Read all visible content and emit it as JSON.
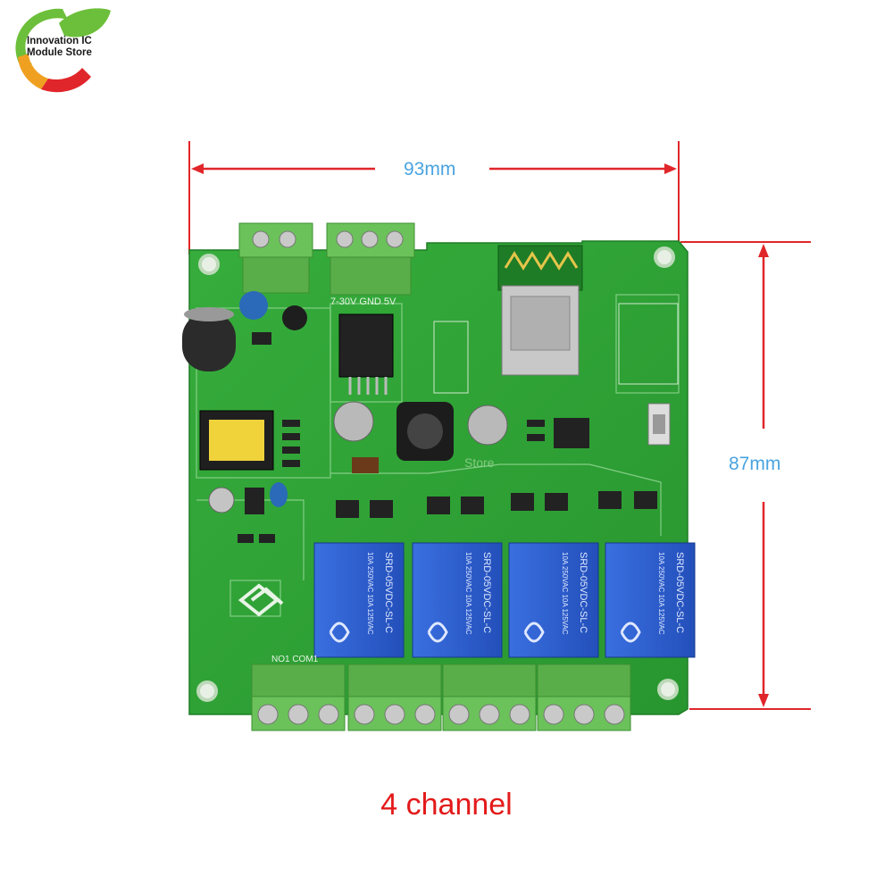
{
  "brand": {
    "line1": "Innovation IC",
    "line2": "Module Store",
    "colors": {
      "green": "#6cbf3a",
      "orange": "#f0a020",
      "red": "#e0262a"
    }
  },
  "dimensions": {
    "width_label": "93mm",
    "height_label": "87mm",
    "line_color": "#e0262a",
    "label_color": "#4aa3df"
  },
  "board": {
    "pcb_color": "#2fa536",
    "terminal_color": "#6bc25a",
    "relay_color": "#2c5fd0",
    "relay_count": 4,
    "relay_model": "SRD-05VDC-SL-C",
    "relay_ratings": "10A 250VAC 10A 125VAC",
    "silkscreen_power": "7-30V GND 5V",
    "silkscreen_terminal": "NO1 COM1",
    "watermark": "Store"
  },
  "caption": "4 channel",
  "colors": {
    "caption": "#e31a1a"
  }
}
